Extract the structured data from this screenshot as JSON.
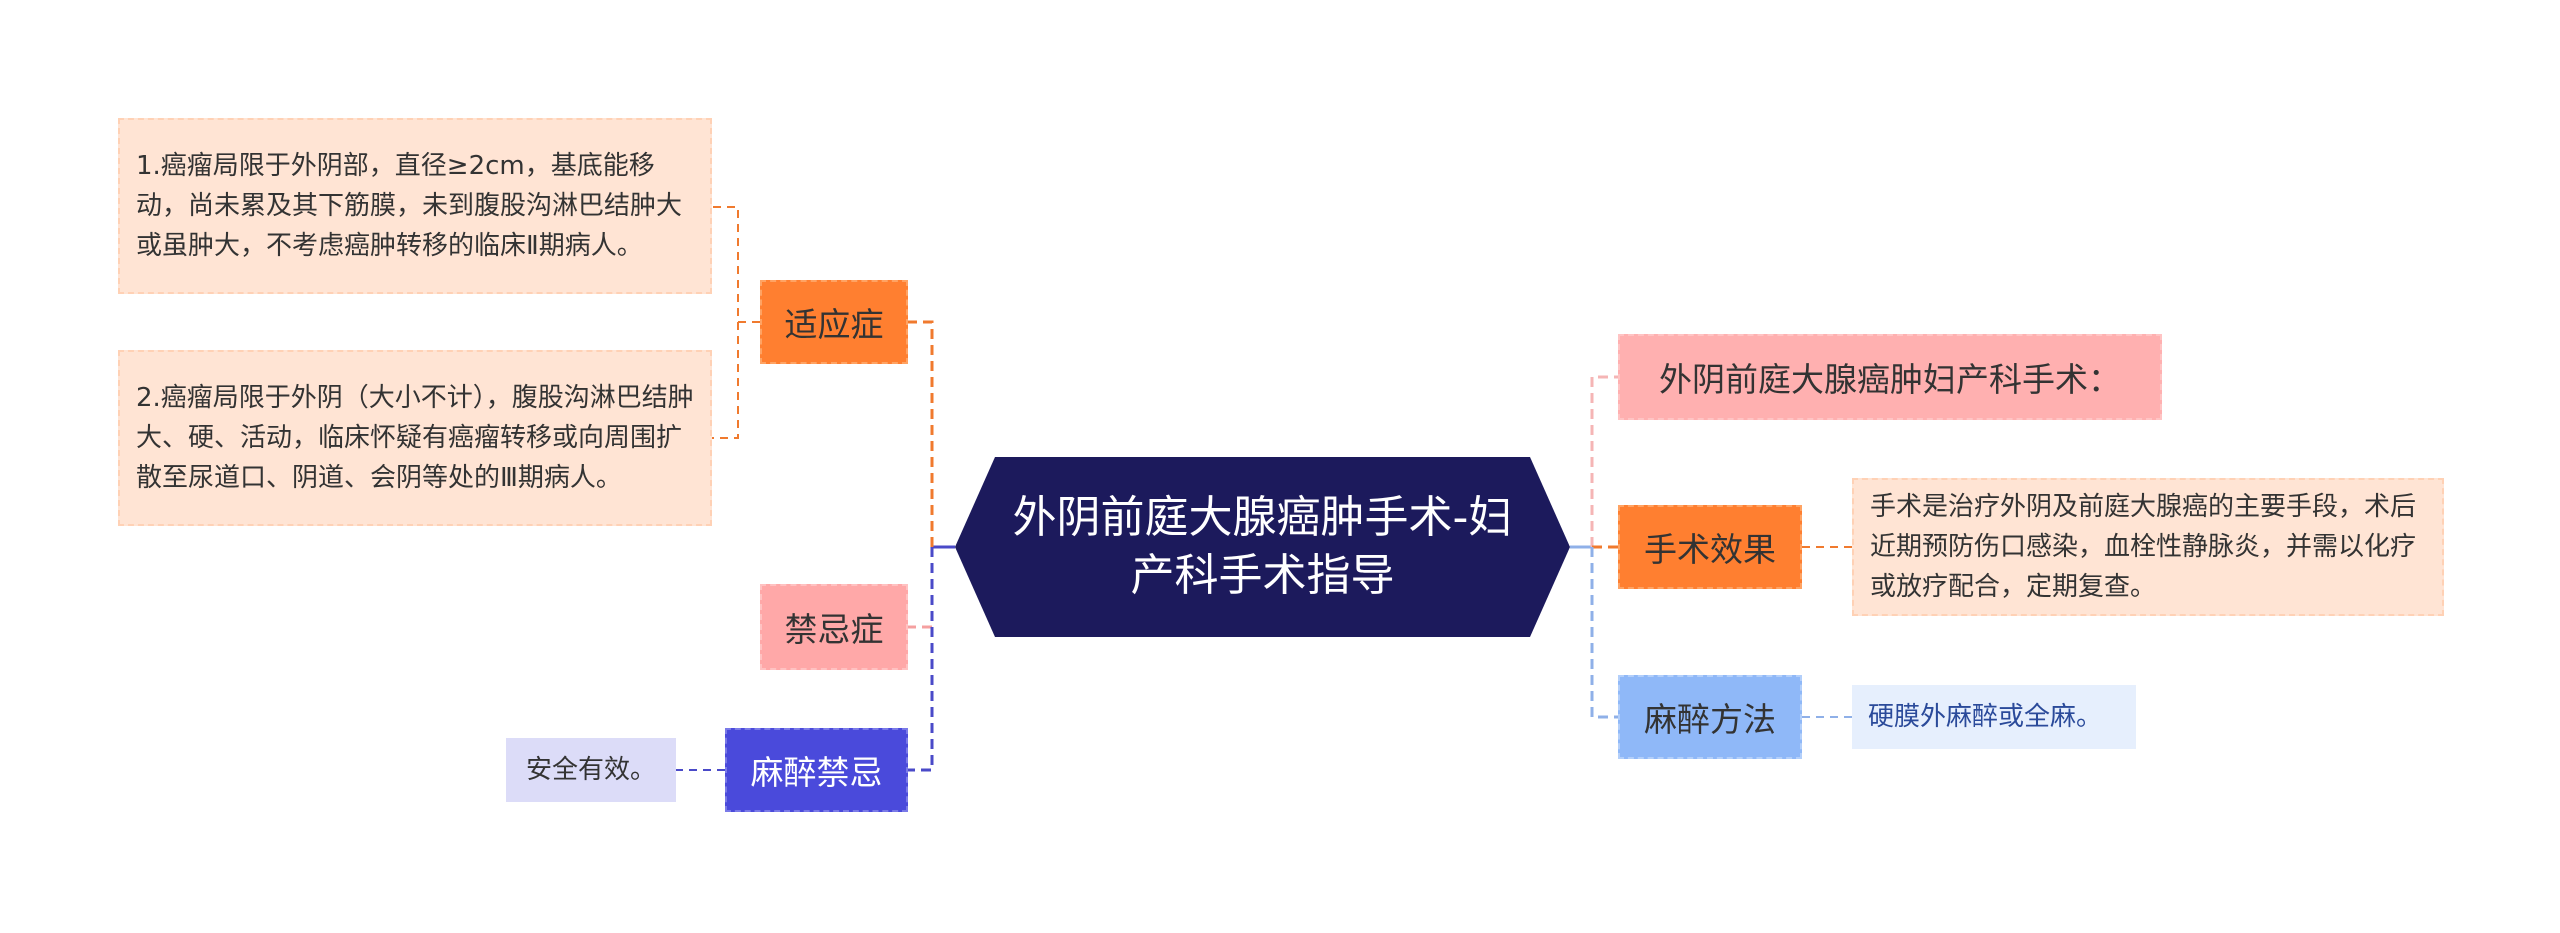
{
  "root": {
    "title": "外阴前庭大腺癌肿手术-妇产科手术指导",
    "fill": "#1c1a5c"
  },
  "left_branches": [
    {
      "label": "适应症",
      "fill": "#ff7f30",
      "border": "#ffa363",
      "line": "#f07a2e",
      "children": [
        {
          "text": "1.癌瘤局限于外阴部，直径≥2cm，基底能移动，尚未累及其下筋膜，未到腹股沟淋巴结肿大或虽肿大，不考虑癌肿转移的临床Ⅱ期病人。",
          "fill": "#ffe4d4",
          "border": "#ffd1b5"
        },
        {
          "text": "2.癌瘤局限于外阴（大小不计），腹股沟淋巴结肿大、硬、活动，临床怀疑有癌瘤转移或向周围扩散至尿道口、阴道、会阴等处的Ⅲ期病人。",
          "fill": "#ffe4d4",
          "border": "#ffd1b5"
        }
      ]
    },
    {
      "label": "禁忌症",
      "fill": "#ffa8a8",
      "border": "#ffc2c2",
      "line": "#f5a0a0",
      "children": []
    },
    {
      "label": "麻醉禁忌",
      "fill": "#4a4adb",
      "border": "#7a7ae8",
      "line": "#4a4ac8",
      "text_color": "#ffffff",
      "children": [
        {
          "text": "安全有效。",
          "fill": "#dcdcf8",
          "border": "#dcdcf8"
        }
      ]
    }
  ],
  "right_branches": [
    {
      "label": "外阴前庭大腺癌肿妇产科手术：",
      "fill": "#ffb0b0",
      "border": "#ffc4c4",
      "line": "#f5b5b5",
      "children": []
    },
    {
      "label": "手术效果",
      "fill": "#ff7f30",
      "border": "#ffa363",
      "line": "#f07a2e",
      "children": [
        {
          "text": "手术是治疗外阴及前庭大腺癌的主要手段，术后近期预防伤口感染，血栓性静脉炎，并需以化疗或放疗配合，定期复查。",
          "fill": "#ffe4d4",
          "border": "#ffd1b5"
        }
      ]
    },
    {
      "label": "麻醉方法",
      "fill": "#8fb8f8",
      "border": "#b3cffa",
      "line": "#8fb0e8",
      "children": [
        {
          "text": "硬膜外麻醉或全麻。",
          "fill": "#e6effd",
          "border": "#e6effd",
          "text_color": "#2a4a9a"
        }
      ]
    }
  ]
}
